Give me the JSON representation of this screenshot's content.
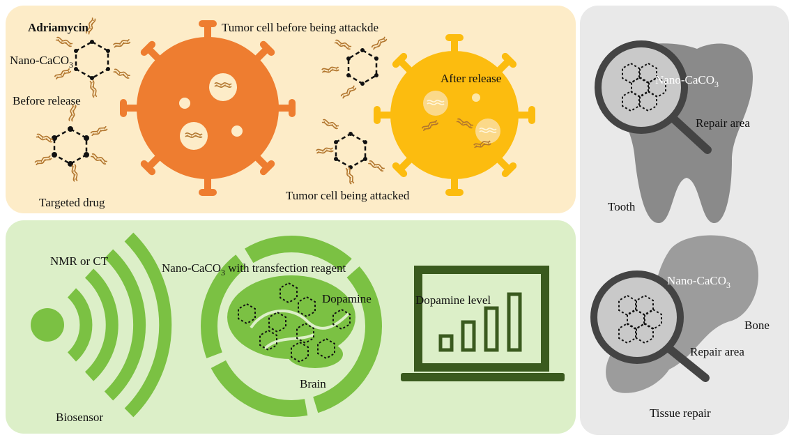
{
  "colors": {
    "cancer_panel": "#fdecc8",
    "biosensor_panel": "#dcefc8",
    "repair_panel": "#e9e9e9",
    "tumor_orange": "#ee7d30",
    "tumor_yellow": "#fcbc0f",
    "green": "#7bc143",
    "dark_green": "#3a5a1e",
    "gray_tooth": "#8a8a8a",
    "gray_bone": "#9c9c9c",
    "magnifier": "#444444",
    "dna": "#b2762e"
  },
  "cancer_panel": {
    "adriamycin": "Adriamycin",
    "nano_caco3": "Nano-CaCO",
    "nano_caco3_sub": "3",
    "before_release": "Before release",
    "targeted_drug": "Targeted drug",
    "tumor_before": "Tumor cell before being attackde",
    "after_release": "After release",
    "tumor_attacked": "Tumor cell being attacked"
  },
  "biosensor_panel": {
    "nmr_ct": "NMR or CT",
    "biosensor": "Biosensor",
    "nano_transfection": "Nano-CaCO",
    "nano_transfection_sub": "3",
    "nano_transfection_suffix": " with transfection reagent",
    "dopamine": "Dopamine",
    "brain": "Brain",
    "dopamine_level": "Dopamine level"
  },
  "repair_panel": {
    "nano_caco3_top": "Nano-CaCO",
    "nano_caco3_top_sub": "3",
    "repair_area_top": "Repair area",
    "tooth": "Tooth",
    "nano_caco3_bottom": "Nano-CaCO",
    "nano_caco3_bottom_sub": "3",
    "bone": "Bone",
    "repair_area_bottom": "Repair area",
    "tissue_repair": "Tissue repair"
  }
}
